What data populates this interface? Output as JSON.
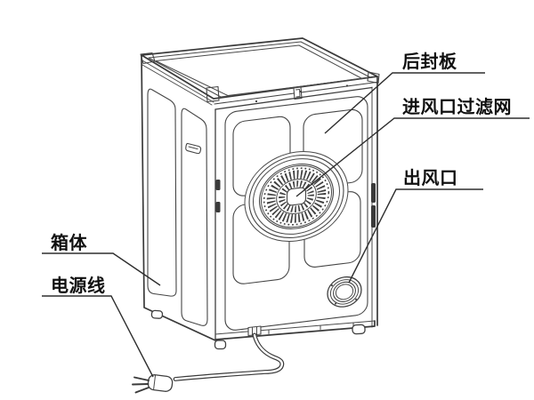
{
  "diagram": {
    "subject": "dryer-rear-view-diagram",
    "background_color": "#ffffff",
    "line_color": "#3a3a3a",
    "label_color": "#101010",
    "labels": {
      "rear_panel": "后封板",
      "inlet_filter": "进风口过滤网",
      "outlet": "出风口",
      "cabinet": "箱体",
      "power_cord": "电源线"
    }
  }
}
